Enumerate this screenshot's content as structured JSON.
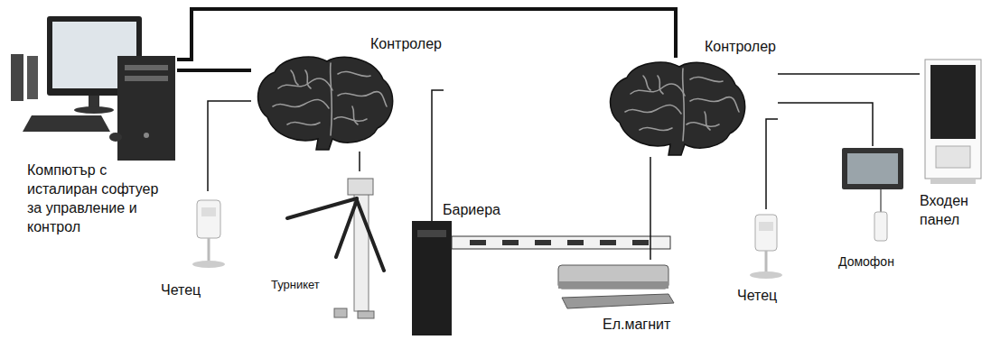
{
  "diagram": {
    "nodes": [
      {
        "text": [
          "Компютър с исталиран софтуер за управление и контрол"
        ]
      },
      {
        "text": [
          "Контролер"
        ]
      },
      {
        "text": [
          "Контролер"
        ]
      },
      {
        "text": [
          "Четец"
        ]
      },
      {
        "text": [
          "Турникет"
        ]
      },
      {
        "text": [
          "Бариера"
        ]
      },
      {
        "text": [
          "Ел.магнит"
        ]
      },
      {
        "text": [
          "Четец"
        ]
      },
      {
        "text": [
          "Домофон"
        ]
      },
      {
        "text": [
          "Входен панел"
        ]
      }
    ],
    "edges": [
      {
        "from": 0,
        "to": 1,
        "arrow": "none"
      },
      {
        "from": 0,
        "to": 2,
        "arrow": "none"
      },
      {
        "from": 1,
        "to": 3,
        "arrow": "none"
      },
      {
        "from": 1,
        "to": 4,
        "arrow": "none"
      },
      {
        "from": 1,
        "to": 5,
        "arrow": "none"
      },
      {
        "from": 2,
        "to": 6,
        "arrow": "none"
      },
      {
        "from": 2,
        "to": 7,
        "arrow": "none"
      },
      {
        "from": 2,
        "to": 8,
        "arrow": "none"
      },
      {
        "from": 2,
        "to": 9,
        "arrow": "none"
      }
    ]
  }
}
